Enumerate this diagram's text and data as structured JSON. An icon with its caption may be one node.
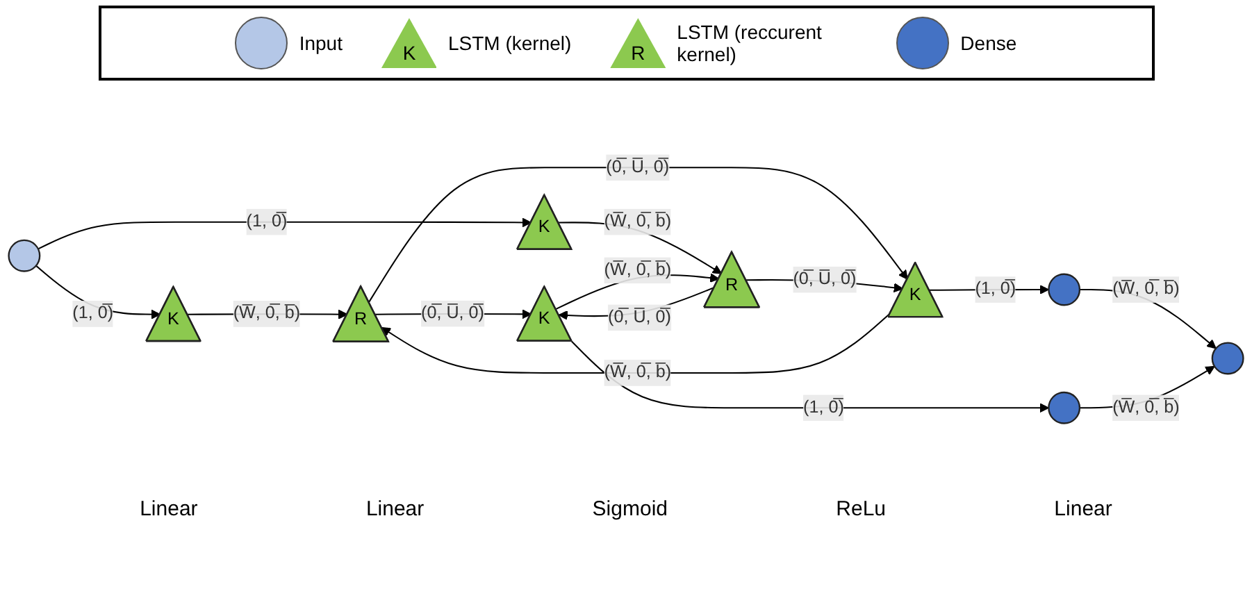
{
  "diagram": {
    "nodes": [
      {
        "text": [],
        "shape": "circle"
      },
      {
        "text": [
          "K"
        ]
      },
      {
        "text": [
          "K"
        ]
      },
      {
        "text": [
          "R"
        ]
      },
      {
        "text": [
          "R"
        ]
      },
      {
        "text": [
          "K"
        ]
      },
      {
        "text": [
          "K"
        ]
      },
      {
        "text": [],
        "shape": "circle"
      },
      {
        "text": [],
        "shape": "circle"
      },
      {
        "text": [],
        "shape": "circle"
      }
    ],
    "edges": [
      {
        "from": 0,
        "to": 1,
        "arrow": "to",
        "label": "(1, 0̅)"
      },
      {
        "from": 0,
        "to": 2,
        "arrow": "to",
        "label": "(1, 0̅)"
      },
      {
        "from": 1,
        "to": 3,
        "arrow": "to",
        "label": "(W̅, 0̅, b̅)"
      },
      {
        "from": 2,
        "to": 4,
        "arrow": "to",
        "label": "(W̅, 0̅, b̅)"
      },
      {
        "from": 3,
        "to": 5,
        "arrow": "to",
        "label": "(0̅, U̅, 0̅)"
      },
      {
        "from": 3,
        "to": 6,
        "arrow": "to",
        "label": "(0̅, U̅, 0̅)"
      },
      {
        "from": 4,
        "to": 5,
        "arrow": "to",
        "label": "(0̅, U̅, 0̅)"
      },
      {
        "from": 4,
        "to": 6,
        "arrow": "to",
        "label": "(0̅, U̅, 0̅)"
      },
      {
        "from": 5,
        "to": 3,
        "arrow": "to",
        "label": "(W̅, 0̅, b̅)"
      },
      {
        "from": 6,
        "to": 4,
        "arrow": "to",
        "label": "(W̅, 0̅, b̅)"
      },
      {
        "from": 5,
        "to": 7,
        "arrow": "to",
        "label": "(1, 0̅)"
      },
      {
        "from": 6,
        "to": 8,
        "arrow": "to",
        "label": "(1, 0̅)"
      },
      {
        "from": 7,
        "to": 9,
        "arrow": "to",
        "label": "(W̅, 0̅, b̅)"
      },
      {
        "from": 8,
        "to": 9,
        "arrow": "to",
        "label": "(W̅, 0̅, b̅)"
      }
    ],
    "labels": [
      "K",
      "R",
      "Linear",
      "Linear",
      "Sigmoid",
      "ReLu",
      "Linear"
    ],
    "legend": [
      {
        "text": "Input",
        "color": "#b4c7e7"
      },
      {
        "text": "LSTM (kernel)",
        "color": "#8cc94f"
      },
      {
        "text": "LSTM (reccurent kernel)",
        "color": "#8cc94f"
      },
      {
        "text": "Dense",
        "color": "#4472c4"
      }
    ]
  }
}
